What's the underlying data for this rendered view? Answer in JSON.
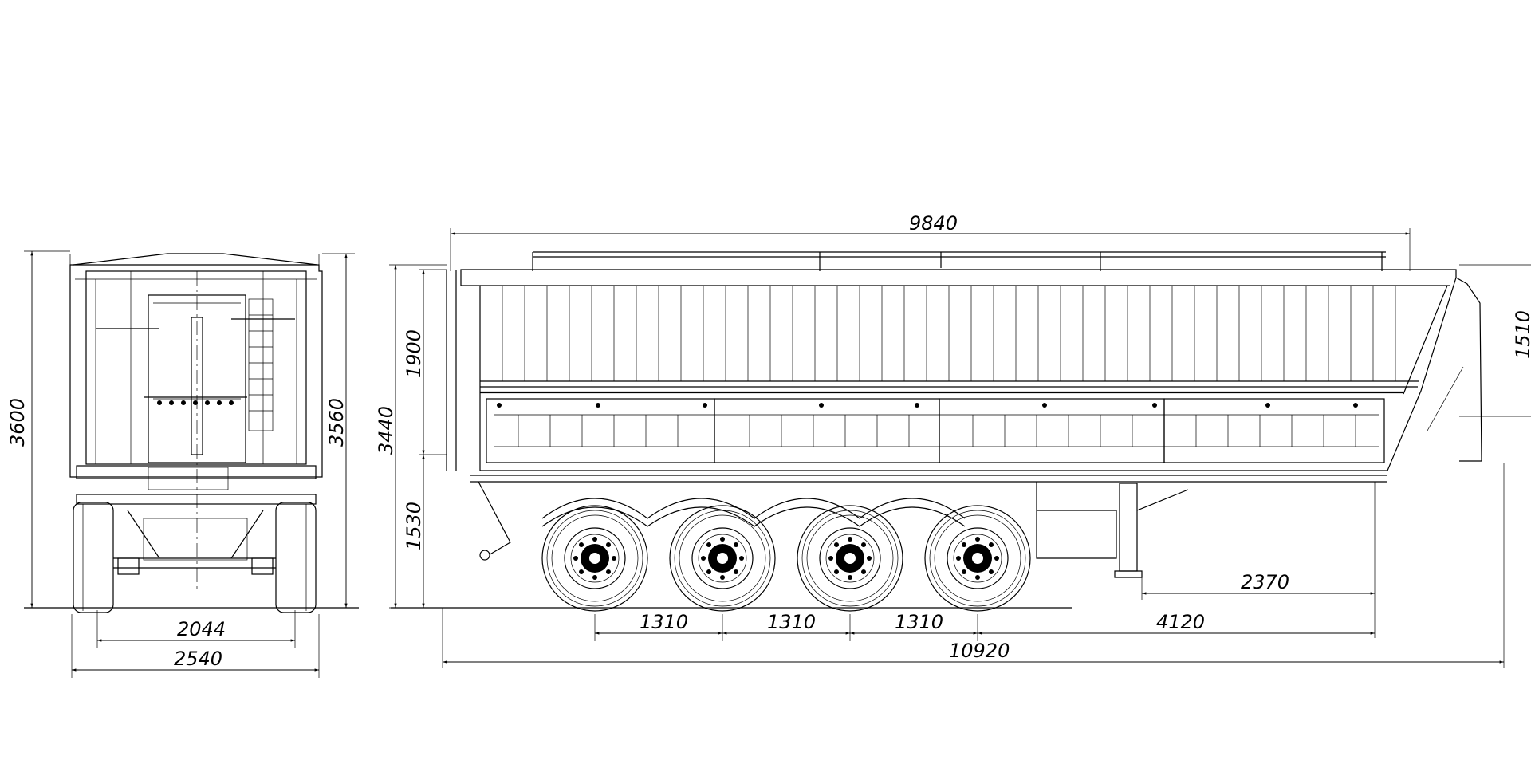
{
  "dimensions": {
    "rear_total_height": "3600",
    "rear_body_height": "3560",
    "rear_track": "2044",
    "rear_width": "2540",
    "side_body_length": "9840",
    "side_total_height": "3440",
    "side_body_height": "1900",
    "side_frame_height": "1530",
    "side_front_height": "1510",
    "axle_spacing_1": "1310",
    "axle_spacing_2": "1310",
    "axle_spacing_3": "1310",
    "axle_to_kingpin": "4120",
    "kingpin_to_front": "2370",
    "overall_length": "10920"
  },
  "icons": {
    "rear_view": "trailer-rear-view-drawing",
    "side_view": "trailer-side-view-drawing",
    "wheel": "wheel-icon"
  }
}
